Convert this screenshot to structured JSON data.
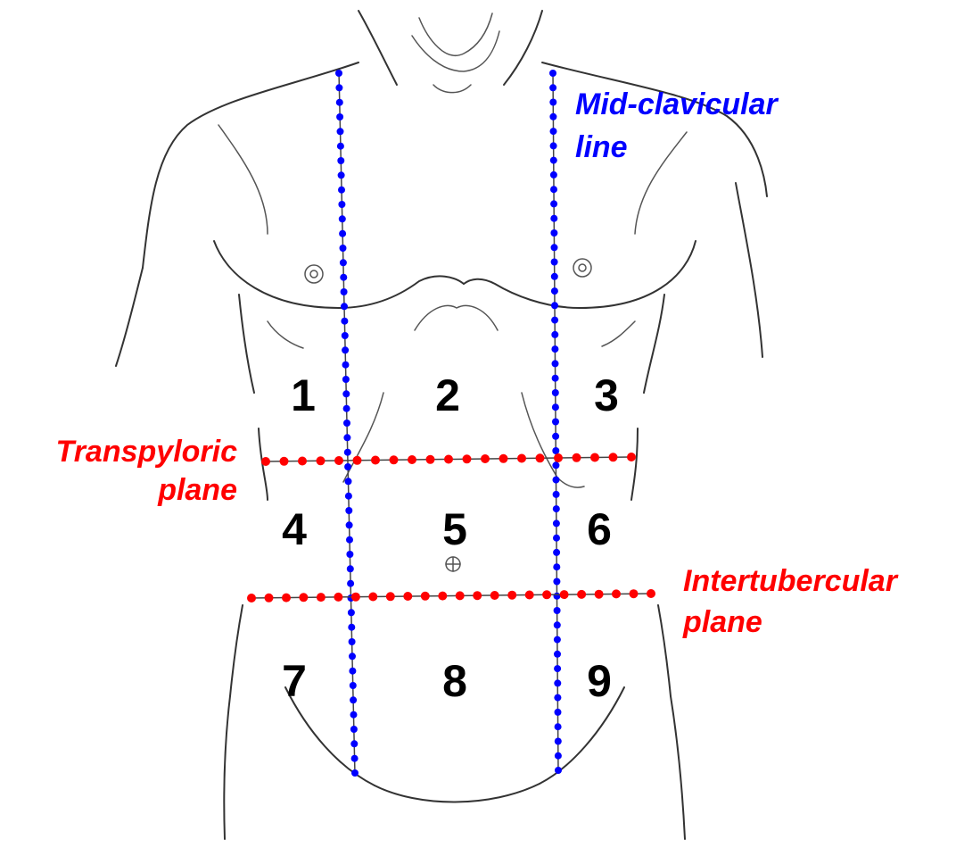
{
  "colors": {
    "vertical_line": "#0000ff",
    "horizontal_line": "#ff0000",
    "outline": "#333333",
    "background": "#ffffff"
  },
  "labels": {
    "midclavicular": [
      "Mid-clavicular",
      "line"
    ],
    "transpyloric": [
      "Transpyloric",
      "plane"
    ],
    "intertubercular": [
      "Intertubercular",
      "plane"
    ]
  },
  "regions": [
    "1",
    "2",
    "3",
    "4",
    "5",
    "6",
    "7",
    "8",
    "9"
  ]
}
